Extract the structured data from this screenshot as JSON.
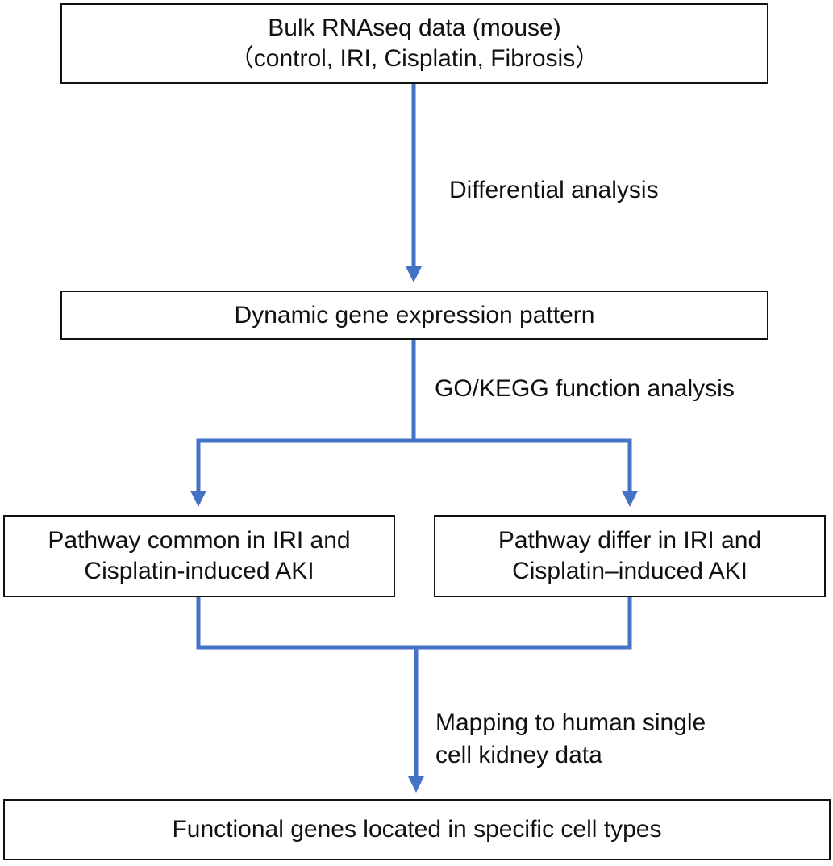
{
  "boxes": {
    "bulk": {
      "line1": "Bulk RNAseq data (mouse)",
      "line2": "（control, IRI, Cisplatin, Fibrosis）"
    },
    "dynamic": {
      "text": "Dynamic gene expression pattern"
    },
    "common": {
      "line1": "Pathway common in IRI and",
      "line2": "Cisplatin-induced AKI"
    },
    "differ": {
      "line1": "Pathway differ in IRI and",
      "line2": "Cisplatin–induced AKI"
    },
    "functional": {
      "text": "Functional genes located in specific cell types"
    }
  },
  "edges": {
    "differential": "Differential analysis",
    "go_kegg": "GO/KEGG function analysis",
    "mapping_line1": "Mapping to human single",
    "mapping_line2": "cell kidney data"
  },
  "colors": {
    "arrow": "#4472C4",
    "border": "#111111"
  }
}
